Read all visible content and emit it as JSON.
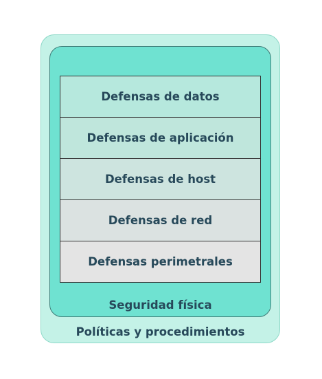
{
  "outer": {
    "label": "Políticas y procedimientos"
  },
  "middle": {
    "label": "Seguridad física"
  },
  "layers": [
    {
      "label": "Defensas de datos"
    },
    {
      "label": "Defensas de aplicación"
    },
    {
      "label": "Defensas de host"
    },
    {
      "label": "Defensas de red"
    },
    {
      "label": "Defensas perimetrales"
    }
  ],
  "colors": {
    "outer_fill": "#c4f2e7",
    "middle_fill": "#6fe2d1",
    "text": "#27495a"
  }
}
